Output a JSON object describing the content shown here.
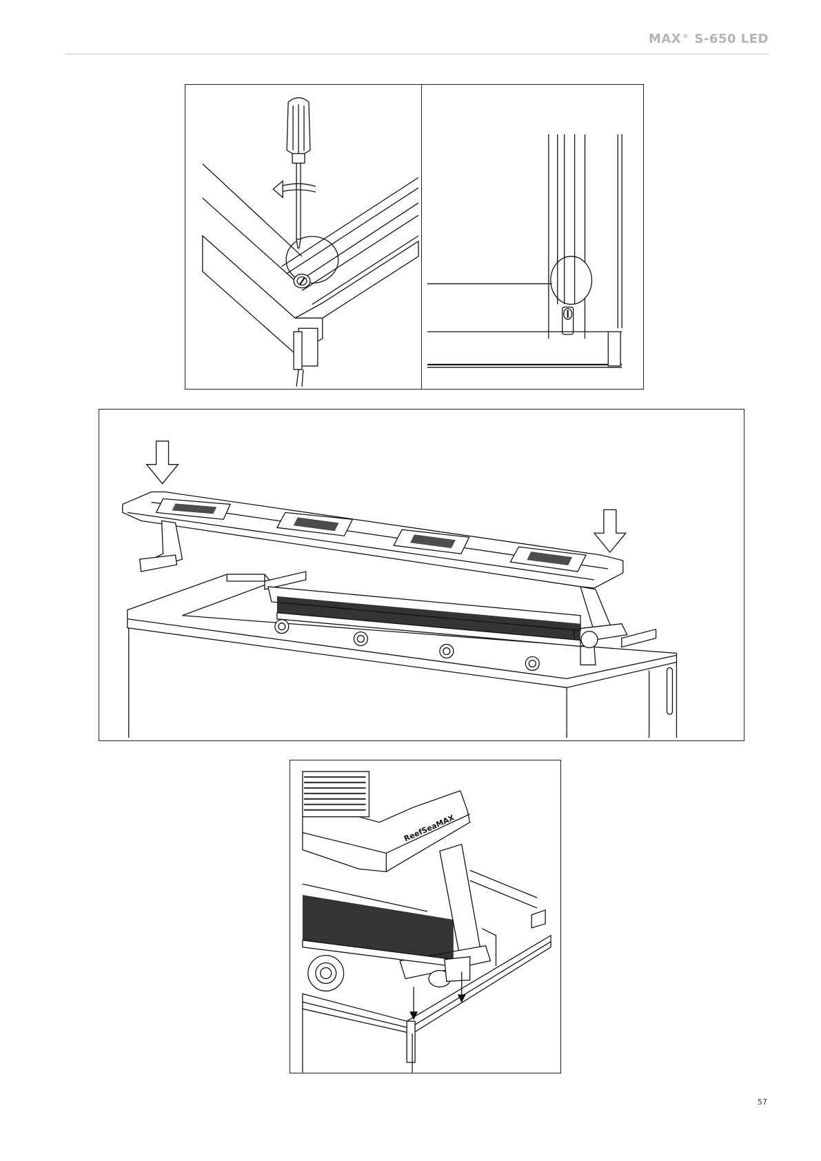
{
  "header": {
    "brand": "MAX",
    "registered_mark": "®",
    "model": "S-650 LED"
  },
  "figures": {
    "lid_screw_closeup": {
      "logo_text": ""
    },
    "light_fixture_overview": {},
    "bracket_detail": {
      "logo_text": "ReefSeaMAX"
    }
  },
  "footer": {
    "page_number": "57"
  }
}
